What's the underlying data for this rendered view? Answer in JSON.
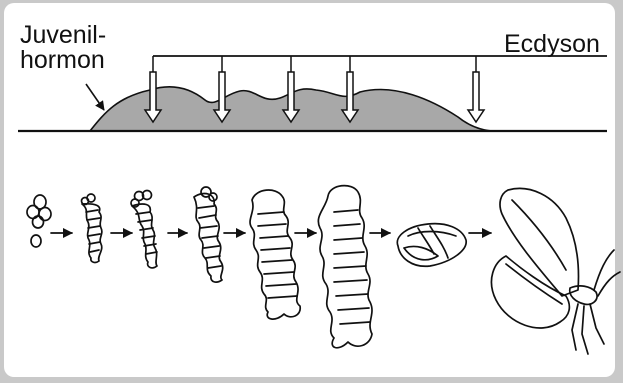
{
  "labels": {
    "juvenile_line1": "Juvenil-",
    "juvenile_line2": "hormon",
    "ecdysone": "Ecdyson"
  },
  "stages": [
    "egg",
    "larva-1",
    "larva-2",
    "larva-3",
    "larva-4",
    "larva-5",
    "pupa",
    "adult"
  ],
  "colors": {
    "frame": "#c9c9c9",
    "panel": "#ffffff",
    "hormone_fill": "#a8a8a8",
    "stroke": "#111111"
  }
}
